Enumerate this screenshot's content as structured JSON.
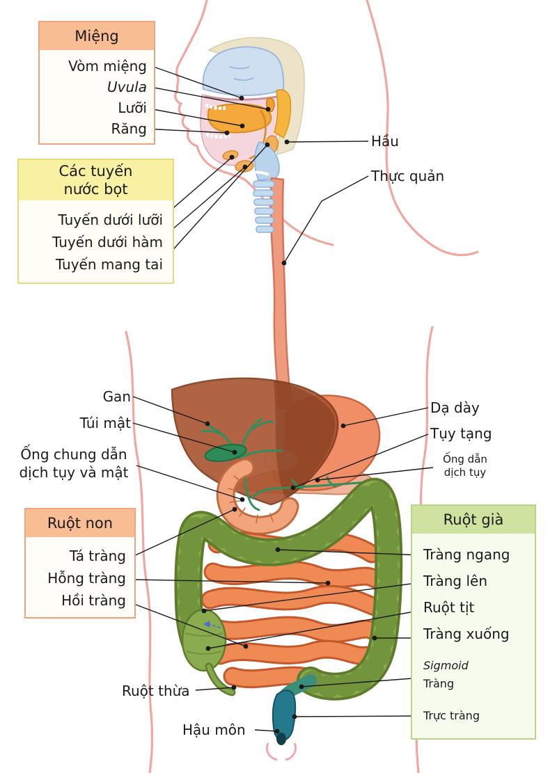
{
  "figure": {
    "background": "#ffffff",
    "subject": "human digestive system diagram (Vietnamese labels)"
  },
  "boxes": {
    "mouth": {
      "title": "Miệng",
      "items": [
        "Vòm miệng",
        "Uvula",
        "Lưỡi",
        "Răng"
      ]
    },
    "salivary": {
      "title_lines": [
        "Các tuyến",
        "nước bọt"
      ],
      "items": [
        "Tuyến dưới lưỡi",
        "Tuyến dưới hàm",
        "Tuyến mang tai"
      ]
    },
    "small_intestine": {
      "title": "Ruột non",
      "items": [
        "Tá tràng",
        "Hỗng tràng",
        "Hồi tràng"
      ]
    },
    "large_intestine": {
      "title": "Ruột già",
      "items": [
        "Tràng ngang",
        "Tràng lên",
        "Ruột tịt",
        "Tràng xuống"
      ],
      "sigmoid_lines": [
        "Sigmoid",
        "Tràng"
      ],
      "rectum_item": "Trực tràng"
    }
  },
  "labels": {
    "pharynx": "Hầu",
    "esophagus": "Thực quản",
    "liver": "Gan",
    "gallbladder": "Túi mật",
    "common_duct_lines": [
      "Ống chung dẫn",
      "dịch tụy và mật"
    ],
    "stomach": "Dạ dày",
    "pancreas": "Tụy tạng",
    "pancreatic_duct_lines": [
      "Ống dẫn",
      "dịch tụy"
    ],
    "appendix": "Ruột thừa",
    "anus": "Hậu môn"
  },
  "colors": {
    "body_outline": "#f2a6a0",
    "mouth_box_header": "#f8bd92",
    "salivary_box_header": "#f9f1a2",
    "small_intestine_box_header": "#f8bd92",
    "large_intestine_box_header": "#cfe3a0",
    "liver": "#a8542f",
    "stomach": "#ef8e67",
    "small_intestine": "#ef8a55",
    "colon": "#8aac4e",
    "gallbladder_duct": "#2e8b57",
    "rectum": "#24798c",
    "tongue": "#f5a93b",
    "nasal_cavity": "#cfdff2",
    "leader_line": "#1a1a1a"
  }
}
